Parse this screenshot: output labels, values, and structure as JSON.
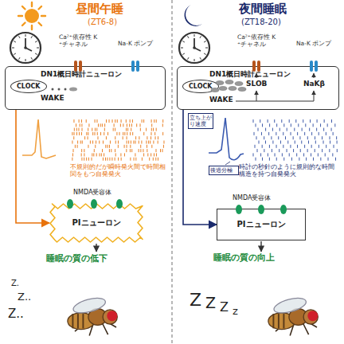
{
  "diagram": {
    "nodes": [
      {
        "text": [
          "DN1概日時計ニューロン",
          "WAKE"
        ]
      },
      {
        "text": [
          "CLOCK"
        ],
        "in": 0
      },
      {
        "text": [
          "PIニューロン"
        ]
      },
      {
        "text": [
          "DN1概日時計ニューロン",
          "WAKE"
        ]
      },
      {
        "text": [
          "CLOCK"
        ],
        "in": 3
      },
      {
        "text": [
          "PIニューロン"
        ]
      }
    ],
    "edges": [
      {
        "from": 0,
        "to": 2,
        "arrow": "to"
      },
      {
        "from": 3,
        "to": 5,
        "arrow": "to"
      }
    ],
    "labels": [
      "昼間午睡",
      "(ZT6-8)",
      "夜間睡眠",
      "(ZT18-20)",
      "Ca²⁺依存性 K⁺チャネル",
      "Na-K ポンプ",
      "Ca²⁺依存性 K⁺チャネル",
      "Na-K ポンプ",
      "SLOB",
      "NaKβ",
      "不規則的だが瞬時発火間で時間相関をもつ自発発火",
      "立ち上がり速度",
      "後過分極",
      "時計の秒針のように規則的な時間構造を持つ自発発火",
      "NMDA受容体",
      "NMDA受容体",
      "睡眠の質の低下",
      "睡眠の質の向上",
      "Z.",
      "Z..",
      "Z..",
      "Z",
      "Z",
      "Z",
      "z"
    ]
  }
}
